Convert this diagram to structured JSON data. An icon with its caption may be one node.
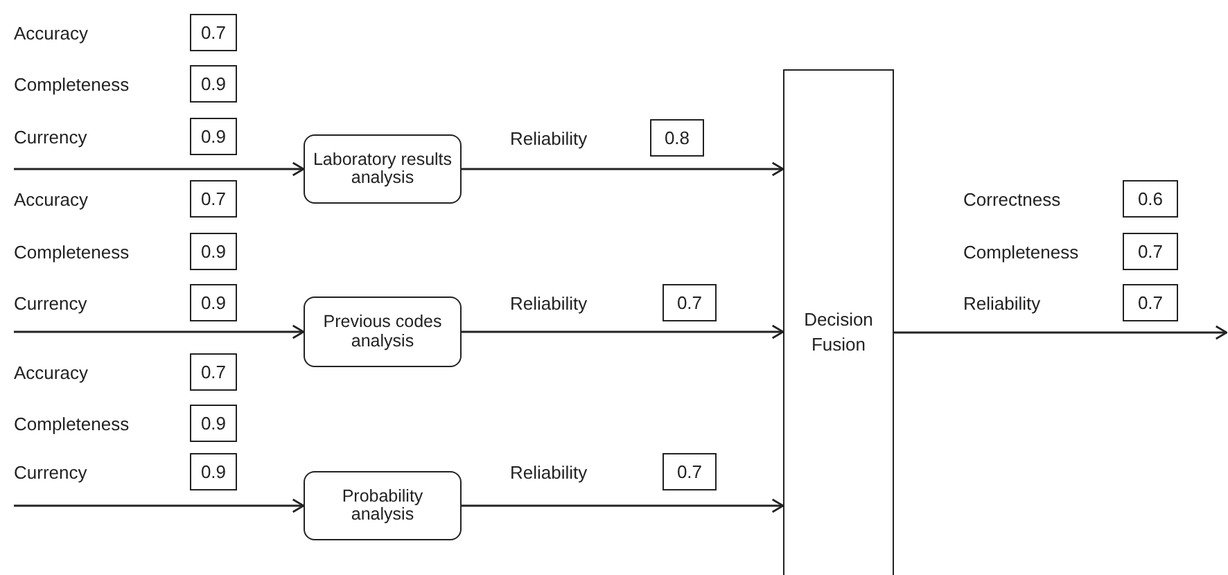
{
  "diagram": {
    "nodes": [
      {
        "text": [
          "0.7"
        ]
      },
      {
        "text": [
          "0.9"
        ]
      },
      {
        "text": [
          "0.9"
        ]
      },
      {
        "text": [
          "Laboratory results analysis"
        ]
      },
      {
        "text": [
          "0.8"
        ]
      },
      {
        "text": [
          "Decision Fusion"
        ]
      },
      {
        "text": [
          "0.7"
        ]
      },
      {
        "text": [
          "0.6"
        ]
      },
      {
        "text": [
          "0.9"
        ]
      },
      {
        "text": [
          "0.7"
        ]
      },
      {
        "text": [
          "0.9"
        ]
      },
      {
        "text": [
          "Previous codes analysis"
        ]
      },
      {
        "text": [
          "0.7"
        ]
      },
      {
        "text": [
          "0.7"
        ]
      },
      {
        "text": [
          "0.7"
        ]
      },
      {
        "text": [
          "0.9"
        ]
      },
      {
        "text": [
          "0.9"
        ]
      },
      {
        "text": [
          "Probability analysis"
        ]
      },
      {
        "text": [
          "0.7"
        ]
      }
    ],
    "edges": [
      {
        "from": null,
        "to": 3,
        "arrow": "to"
      },
      {
        "from": 3,
        "to": 5,
        "arrow": "to"
      },
      {
        "from": null,
        "to": 11,
        "arrow": "to"
      },
      {
        "from": 11,
        "to": 5,
        "arrow": "to"
      },
      {
        "from": null,
        "to": 17,
        "arrow": "to"
      },
      {
        "from": 17,
        "to": 5,
        "arrow": "to"
      },
      {
        "from": 5,
        "to": null,
        "arrow": "to"
      }
    ],
    "labels": [
      "Accuracy",
      "Completeness",
      "Currency",
      "Reliability",
      "Accuracy",
      "Correctness",
      "Completeness",
      "Completeness",
      "Currency",
      "Reliability",
      "Reliability",
      "Accuracy",
      "Completeness",
      "Currency",
      "Reliability"
    ]
  }
}
